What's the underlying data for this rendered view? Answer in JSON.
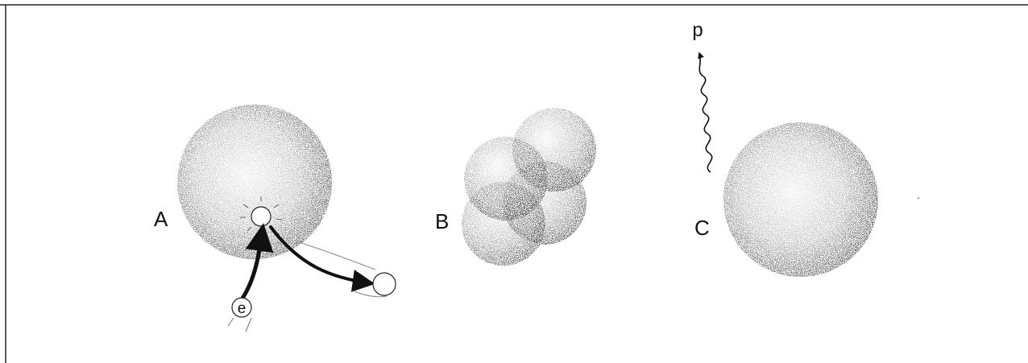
{
  "panels": {
    "a": {
      "label": "A",
      "particle_label": "e"
    },
    "b": {
      "label": "B"
    },
    "c": {
      "label": "C",
      "emission_label": "p"
    }
  }
}
